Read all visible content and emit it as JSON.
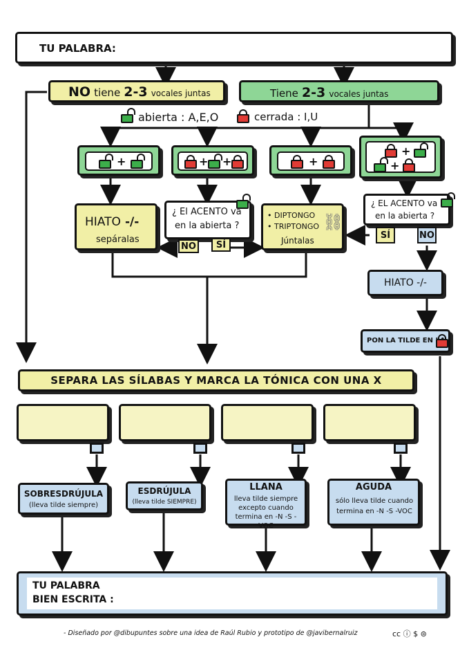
{
  "header": {
    "label": "TU PALABRA:"
  },
  "branch_no": {
    "strong": "NO",
    "mid": "tiene",
    "num": "2-3",
    "rest": "vocales juntas"
  },
  "branch_yes": {
    "text": "Tiene",
    "num": "2-3",
    "rest": "vocales juntas"
  },
  "legend": {
    "open": "abierta : A,E,O",
    "closed": "cerrada : I,U"
  },
  "hiato_left": {
    "title": "HIATO",
    "sub": "sepáralas",
    "mark": "-/-"
  },
  "question_left": {
    "line1": "¿ El ACENTO va",
    "line2": "en la abierta ?",
    "no": "NO",
    "si": "SÍ"
  },
  "diptongo": {
    "l1": "• DIPTONGO",
    "l2": "• TRIPTONGO",
    "l3": "Júntalas"
  },
  "question_right": {
    "line1": "¿ EL ACENTO va",
    "line2": "en la abierta ?",
    "si": "SÍ",
    "no": "NO"
  },
  "hiato_right": {
    "text": "HIATO -/-"
  },
  "pon_tilde": {
    "text": "PON LA TILDE EN LA"
  },
  "separa": {
    "text": "SEPARA LAS SÍLABAS Y MARCA LA TÓNICA CON UNA X"
  },
  "types": [
    {
      "title": "SOBRESDRÚJULA",
      "desc": "(lleva tilde siempre)"
    },
    {
      "title": "ESDRÚJULA",
      "desc": "(lleva tilde SIEMPRE)"
    },
    {
      "title": "LLANA",
      "desc": "lleva tilde siempre excepto cuando termina en -N -S -VOC"
    },
    {
      "title": "AGUDA",
      "desc": "sólo lleva tilde cuando termina en -N -S -VOC"
    }
  ],
  "final": {
    "line1": "TU PALABRA",
    "line2": "BIEN ESCRITA :"
  },
  "footer": {
    "text": "- Diseñado por @dibupuntes sobre una idea de Raúl Rubio y prototipo de @javibernalruiz",
    "license": "cc ⓘ $ ⊜"
  },
  "colors": {
    "yellow": "#f1efa6",
    "green": "#8ed696",
    "blue": "#c7dcef",
    "lock_open": "#3cae4a",
    "lock_closed": "#e13b35"
  },
  "icons": [
    "open-lock-icon",
    "closed-lock-icon",
    "link-icon",
    "pencil-icon"
  ]
}
